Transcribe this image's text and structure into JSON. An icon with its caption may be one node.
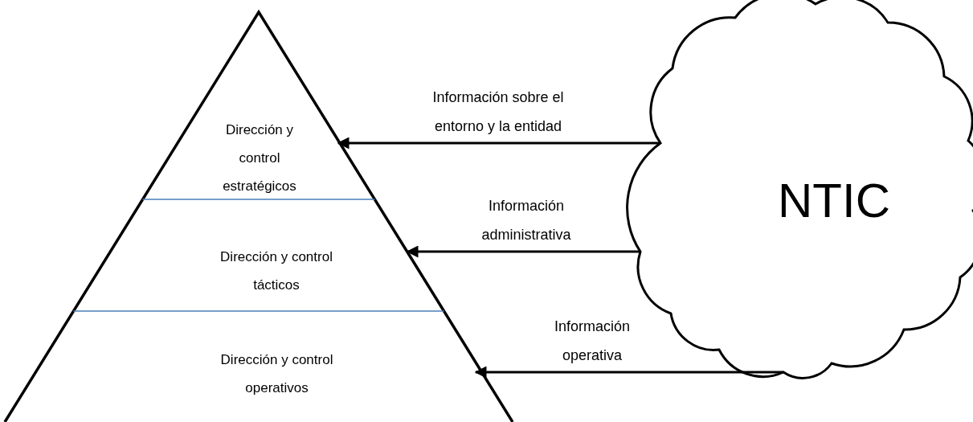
{
  "diagram": {
    "nodes": [
      {
        "text": [],
        "shape": "triangle"
      },
      {
        "text": [
          "Dirección y control estratégicos"
        ],
        "in": 0
      },
      {
        "text": [
          "Dirección y control tácticos"
        ],
        "in": 0
      },
      {
        "text": [
          "Dirección y control operativos"
        ],
        "in": 0
      },
      {
        "text": [
          "NTIC"
        ]
      }
    ],
    "edges": [
      {
        "from": 4,
        "to": 1,
        "arrow": "to",
        "label": "Información sobre el entorno y la entidad"
      },
      {
        "from": 4,
        "to": 2,
        "arrow": "to",
        "label": "Información administrativa"
      },
      {
        "from": 4,
        "to": 3,
        "arrow": "to",
        "label": "Información operativa"
      }
    ]
  }
}
